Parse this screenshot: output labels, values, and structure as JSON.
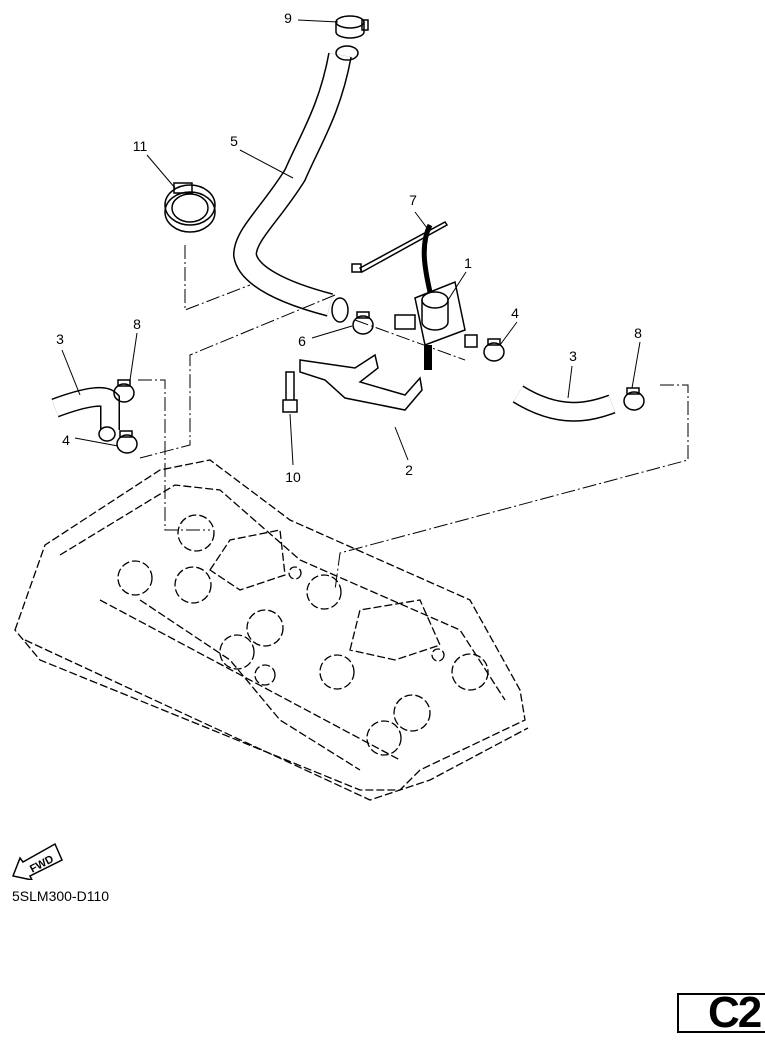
{
  "callouts": [
    {
      "id": "9",
      "label": "9"
    },
    {
      "id": "11",
      "label": "11"
    },
    {
      "id": "5",
      "label": "5"
    },
    {
      "id": "7",
      "label": "7"
    },
    {
      "id": "1",
      "label": "1"
    },
    {
      "id": "8a",
      "label": "8"
    },
    {
      "id": "3a",
      "label": "3"
    },
    {
      "id": "4a",
      "label": "4"
    },
    {
      "id": "6",
      "label": "6"
    },
    {
      "id": "8b",
      "label": "8"
    },
    {
      "id": "3b",
      "label": "3"
    },
    {
      "id": "4b",
      "label": "4"
    },
    {
      "id": "10",
      "label": "10"
    },
    {
      "id": "2",
      "label": "2"
    }
  ],
  "fwd_logo": "FWD",
  "diagram_code": "5SLM300-D110",
  "page_label": "C2",
  "colors": {
    "line": "#000000",
    "background": "#ffffff"
  }
}
